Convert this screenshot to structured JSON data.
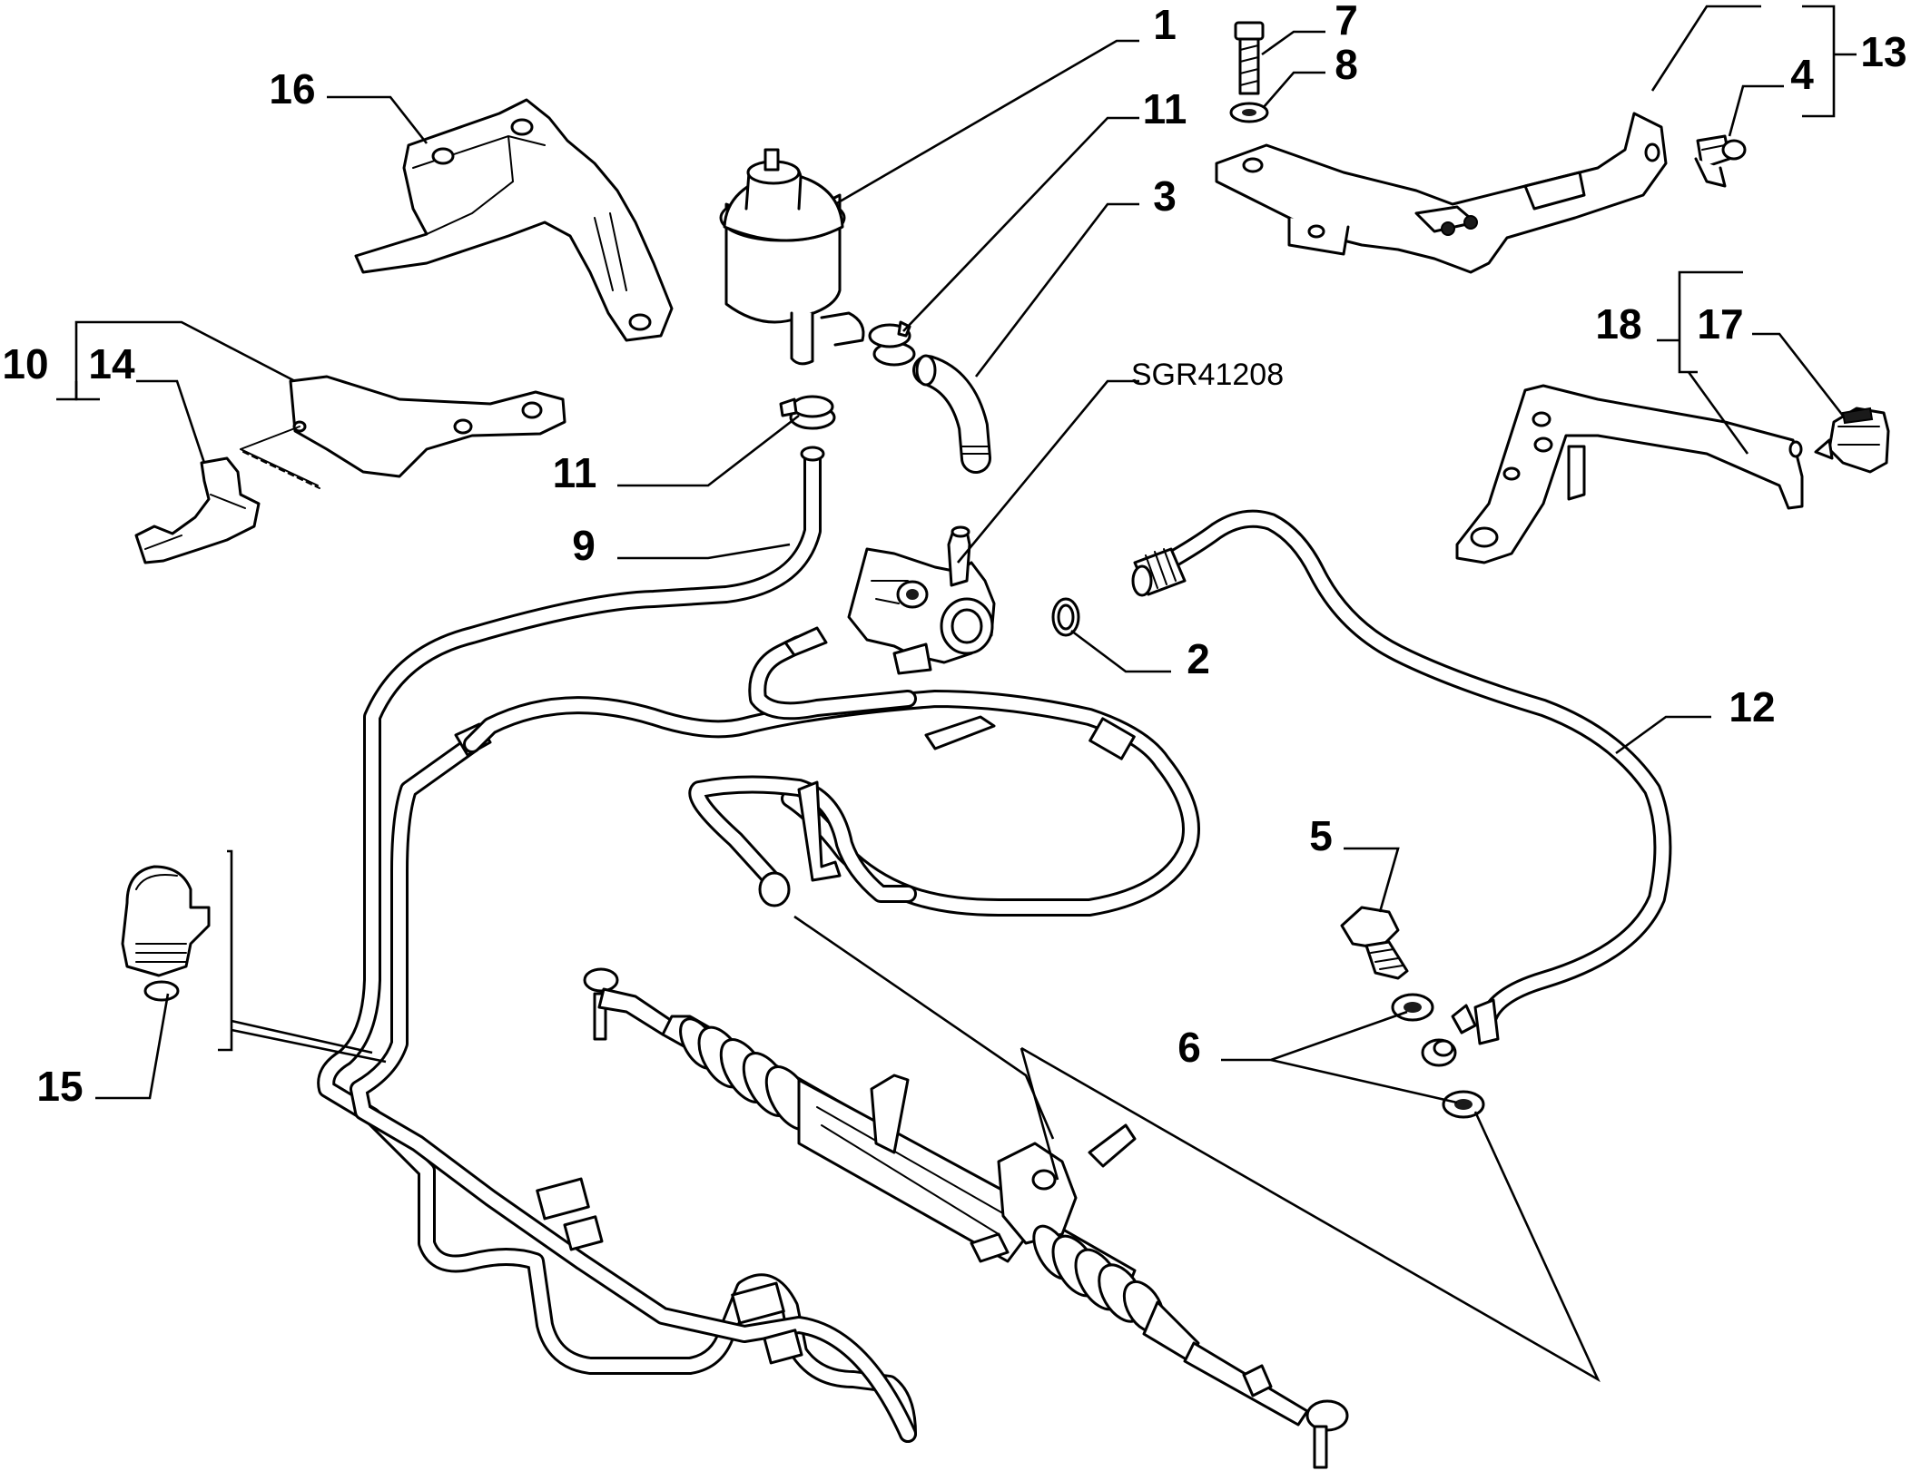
{
  "diagram": {
    "drawing_code": "SGR41208",
    "callouts": {
      "c1": "1",
      "c2": "2",
      "c3": "3",
      "c4": "4",
      "c5": "5",
      "c6": "6",
      "c7": "7",
      "c8": "8",
      "c9": "9",
      "c10": "10",
      "c11a": "11",
      "c11b": "11",
      "c12": "12",
      "c13": "13",
      "c14": "14",
      "c15": "15",
      "c16": "16",
      "c17": "17",
      "c18": "18"
    }
  }
}
